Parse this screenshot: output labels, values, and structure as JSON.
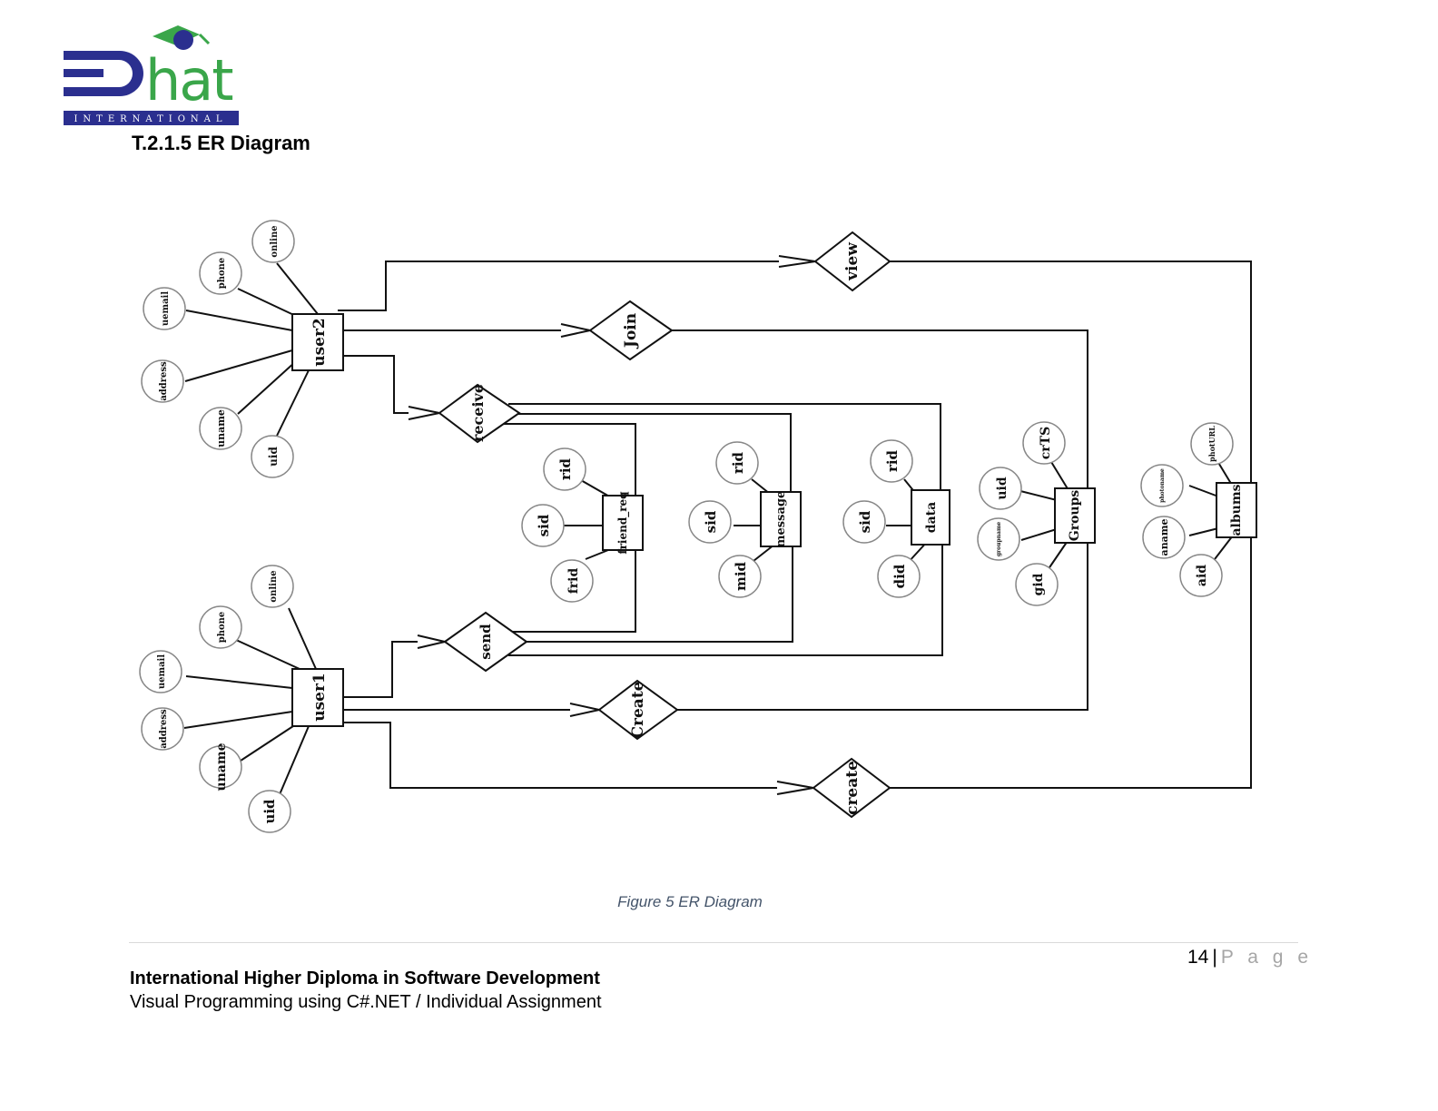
{
  "header": {
    "logo_text": "EDhat",
    "logo_subtext": "INTERNATIONAL",
    "brand_colors": {
      "navy": "#2b2f8f",
      "green": "#3aa64a",
      "cap": "#2b2f8f"
    },
    "section_heading": "T.2.1.5 ER Diagram"
  },
  "diagram": {
    "entities": [
      "user2",
      "user1",
      "friend_req",
      "message",
      "data",
      "Groups",
      "albums"
    ],
    "relationships": [
      "view",
      "Join",
      "receive",
      "send",
      "Create",
      "create"
    ],
    "attributes": {
      "user2": [
        "online",
        "phone",
        "uemail",
        "address",
        "uname",
        "uid"
      ],
      "user1": [
        "online",
        "phone",
        "uemail",
        "address",
        "uname",
        "uid"
      ],
      "friend_req": [
        "rid",
        "sid",
        "frid"
      ],
      "message": [
        "rid",
        "sid",
        "mid"
      ],
      "data": [
        "rid",
        "sid",
        "did"
      ],
      "Groups": [
        "crTS",
        "uid",
        "groupname",
        "gid"
      ],
      "albums": [
        "photURL",
        "photoname",
        "aname",
        "aid"
      ]
    }
  },
  "caption": "Figure 5 ER Diagram",
  "footer": {
    "page_number": "14",
    "separator": "|",
    "page_word": "P a g e",
    "title": "International Higher Diploma in Software Development",
    "subtitle": "Visual Programming using C#.NET / Individual Assignment"
  }
}
